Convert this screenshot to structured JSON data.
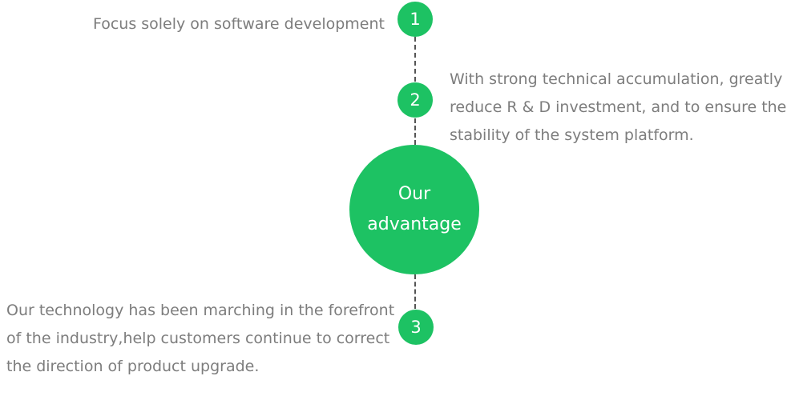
{
  "center": {
    "label": "Our advantage"
  },
  "points": [
    {
      "number": "1",
      "text": "Focus solely on software development"
    },
    {
      "number": "2",
      "text": "With strong technical accumulation, greatly reduce R & D investment, and to ensure the stability of the system platform."
    },
    {
      "number": "3",
      "text": "Our technology has been marching in the forefront of the industry,help customers continue to correct the direction of product upgrade."
    }
  ],
  "colors": {
    "accent": "#1dc263",
    "text": "#7d7d7d",
    "connector": "#555555"
  }
}
